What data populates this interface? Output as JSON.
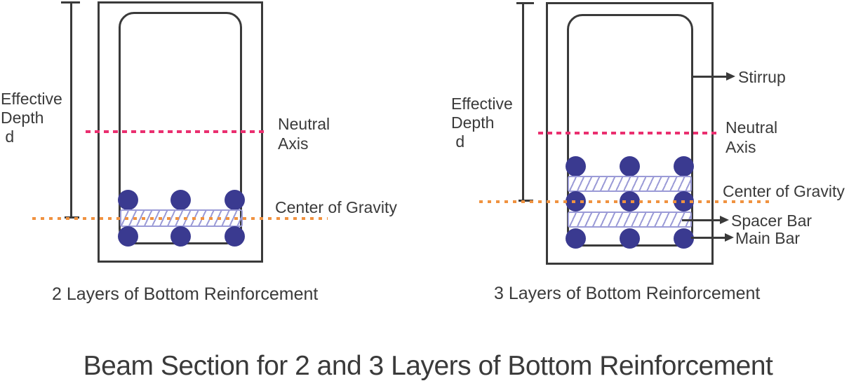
{
  "title": "Beam Section for 2 and 3 Layers of Bottom Reinforcement",
  "colors": {
    "outline": "#3a3a3a",
    "neutral_axis_line": "#ea2f6f",
    "center_of_gravity_line": "#f09240",
    "rebar": "#3a3a90",
    "spacer_hatch": "#9b9bd7"
  },
  "left_diagram": {
    "effective_depth": "Effective\nDepth\n d",
    "neutral_axis": "Neutral\nAxis",
    "center_of_gravity": "Center of Gravity",
    "caption": "2 Layers of Bottom Reinforcement",
    "rebar_layers": 2,
    "bars_per_layer": 3,
    "spacer_bars": 1
  },
  "right_diagram": {
    "effective_depth": "Effective\nDepth\n d",
    "stirrup": "Stirrup",
    "neutral_axis": "Neutral\nAxis",
    "center_of_gravity": "Center of Gravity",
    "spacer_bar": "Spacer Bar",
    "main_bar": "Main Bar",
    "caption": "3 Layers of Bottom Reinforcement",
    "rebar_layers": 3,
    "bars_per_layer": 3,
    "spacer_bars": 2
  }
}
